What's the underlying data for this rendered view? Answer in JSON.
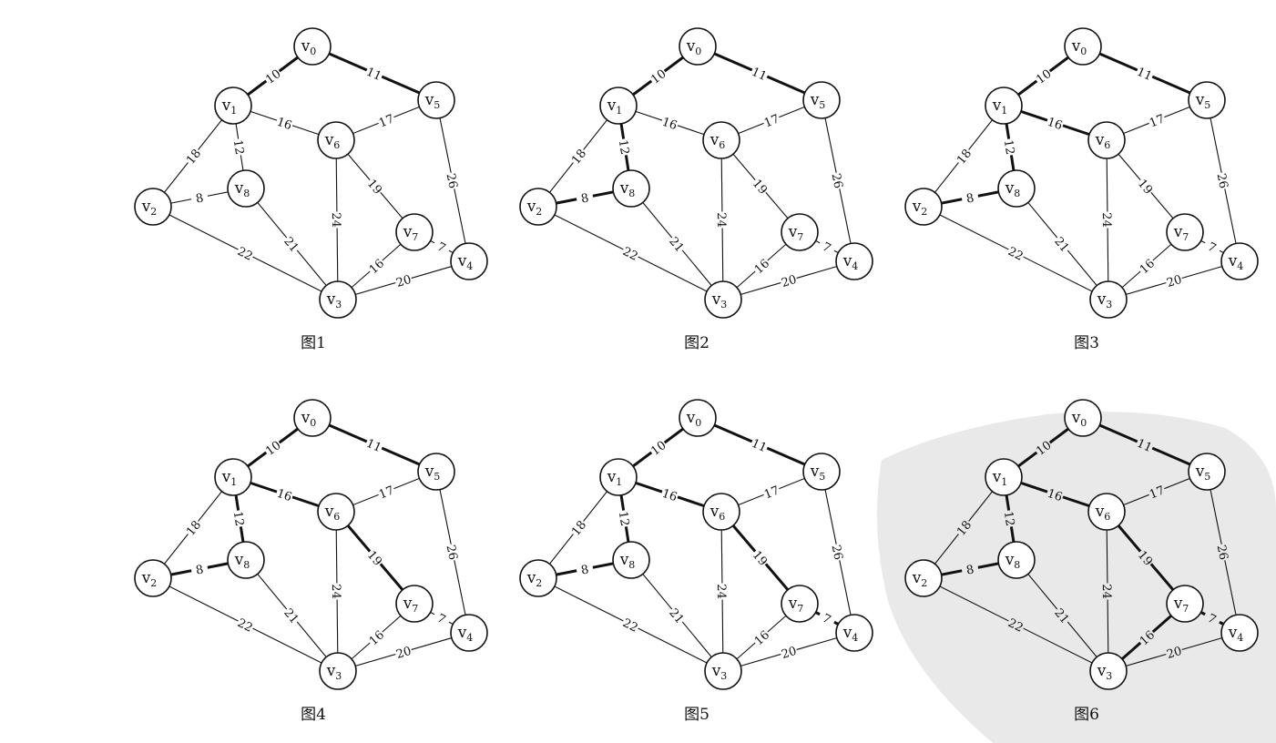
{
  "nodes": [
    {
      "id": "v0",
      "base": "v",
      "sub": "0"
    },
    {
      "id": "v1",
      "base": "v",
      "sub": "1"
    },
    {
      "id": "v2",
      "base": "v",
      "sub": "2"
    },
    {
      "id": "v3",
      "base": "v",
      "sub": "3"
    },
    {
      "id": "v4",
      "base": "v",
      "sub": "4"
    },
    {
      "id": "v5",
      "base": "v",
      "sub": "5"
    },
    {
      "id": "v6",
      "base": "v",
      "sub": "6"
    },
    {
      "id": "v7",
      "base": "v",
      "sub": "7"
    },
    {
      "id": "v8",
      "base": "v",
      "sub": "8"
    }
  ],
  "edges": [
    {
      "from": "v0",
      "to": "v1",
      "weight": "10"
    },
    {
      "from": "v0",
      "to": "v5",
      "weight": "11"
    },
    {
      "from": "v1",
      "to": "v2",
      "weight": "18"
    },
    {
      "from": "v1",
      "to": "v8",
      "weight": "12"
    },
    {
      "from": "v1",
      "to": "v6",
      "weight": "16"
    },
    {
      "from": "v5",
      "to": "v6",
      "weight": "17"
    },
    {
      "from": "v5",
      "to": "v4",
      "weight": "26"
    },
    {
      "from": "v2",
      "to": "v8",
      "weight": "8"
    },
    {
      "from": "v2",
      "to": "v3",
      "weight": "22"
    },
    {
      "from": "v8",
      "to": "v3",
      "weight": "21"
    },
    {
      "from": "v6",
      "to": "v3",
      "weight": "24"
    },
    {
      "from": "v6",
      "to": "v7",
      "weight": "19"
    },
    {
      "from": "v7",
      "to": "v3",
      "weight": "16"
    },
    {
      "from": "v7",
      "to": "v4",
      "weight": "7"
    },
    {
      "from": "v3",
      "to": "v4",
      "weight": "20"
    }
  ],
  "panels": [
    {
      "caption": "图1",
      "highlighted": [
        "v0-v1",
        "v0-v5"
      ],
      "shaded": false
    },
    {
      "caption": "图2",
      "highlighted": [
        "v0-v1",
        "v0-v5",
        "v1-v8",
        "v2-v8"
      ],
      "shaded": false
    },
    {
      "caption": "图3",
      "highlighted": [
        "v0-v1",
        "v0-v5",
        "v1-v8",
        "v2-v8",
        "v1-v6"
      ],
      "shaded": false
    },
    {
      "caption": "图4",
      "highlighted": [
        "v0-v1",
        "v0-v5",
        "v1-v8",
        "v2-v8",
        "v1-v6",
        "v6-v7"
      ],
      "shaded": false
    },
    {
      "caption": "图5",
      "highlighted": [
        "v0-v1",
        "v0-v5",
        "v1-v8",
        "v2-v8",
        "v1-v6",
        "v6-v7",
        "v7-v4"
      ],
      "shaded": false
    },
    {
      "caption": "图6",
      "highlighted": [
        "v0-v1",
        "v0-v5",
        "v1-v8",
        "v2-v8",
        "v1-v6",
        "v6-v7",
        "v7-v4",
        "v7-v3"
      ],
      "shaded": true
    }
  ],
  "colors": {
    "line": "#111111",
    "node_fill": "#ffffff",
    "node_fill_shaded": "#e2e2e2",
    "watermark": "#e9e9e9"
  }
}
